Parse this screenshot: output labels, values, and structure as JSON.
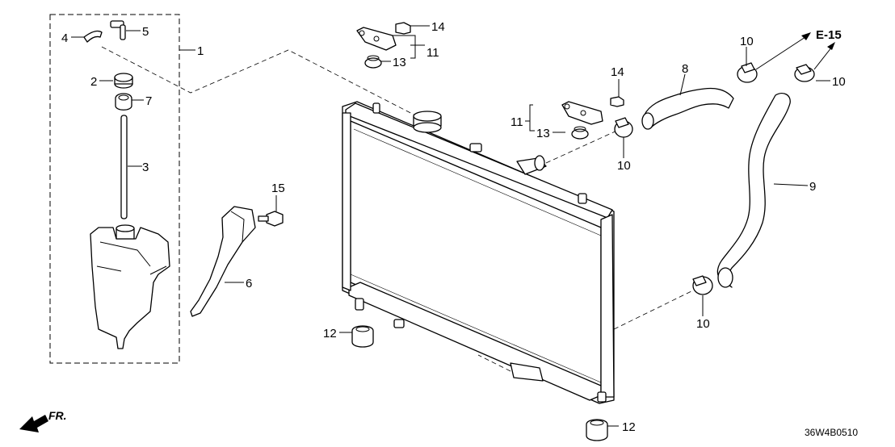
{
  "diagram": {
    "reference_link": "E-15",
    "drawing_code": "36W4B0510",
    "front_indicator": "FR.",
    "callouts": {
      "c1": "1",
      "c2": "2",
      "c3": "3",
      "c4": "4",
      "c5": "5",
      "c6": "6",
      "c7": "7",
      "c8": "8",
      "c9": "9",
      "c10a": "10",
      "c10b": "10",
      "c10c": "10",
      "c10d": "10",
      "c11a": "11",
      "c11b": "11",
      "c12a": "12",
      "c12b": "12",
      "c13a": "13",
      "c13b": "13",
      "c14a": "14",
      "c14b": "14",
      "c15": "15"
    }
  }
}
